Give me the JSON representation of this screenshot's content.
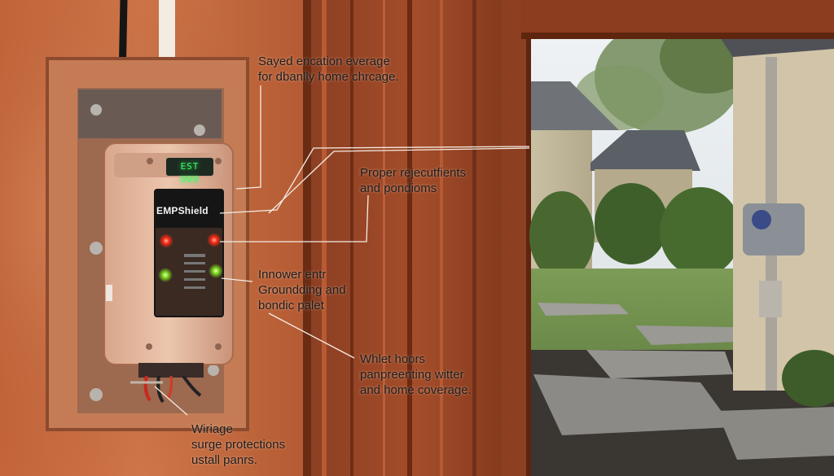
{
  "device": {
    "brand": "EMPShield",
    "display_readout": "EST 000"
  },
  "annotations": [
    "Sayed encation everage\nfor dbanlly home chrcage.",
    "Proper rejecutfients\nand pondioms",
    "Innower entr\nGroundding and\nbondic palet",
    "Whlet hoors\npanpreenting witter\nand home coverage.",
    "Wiriage\nsurge protections\nustall panrs."
  ]
}
